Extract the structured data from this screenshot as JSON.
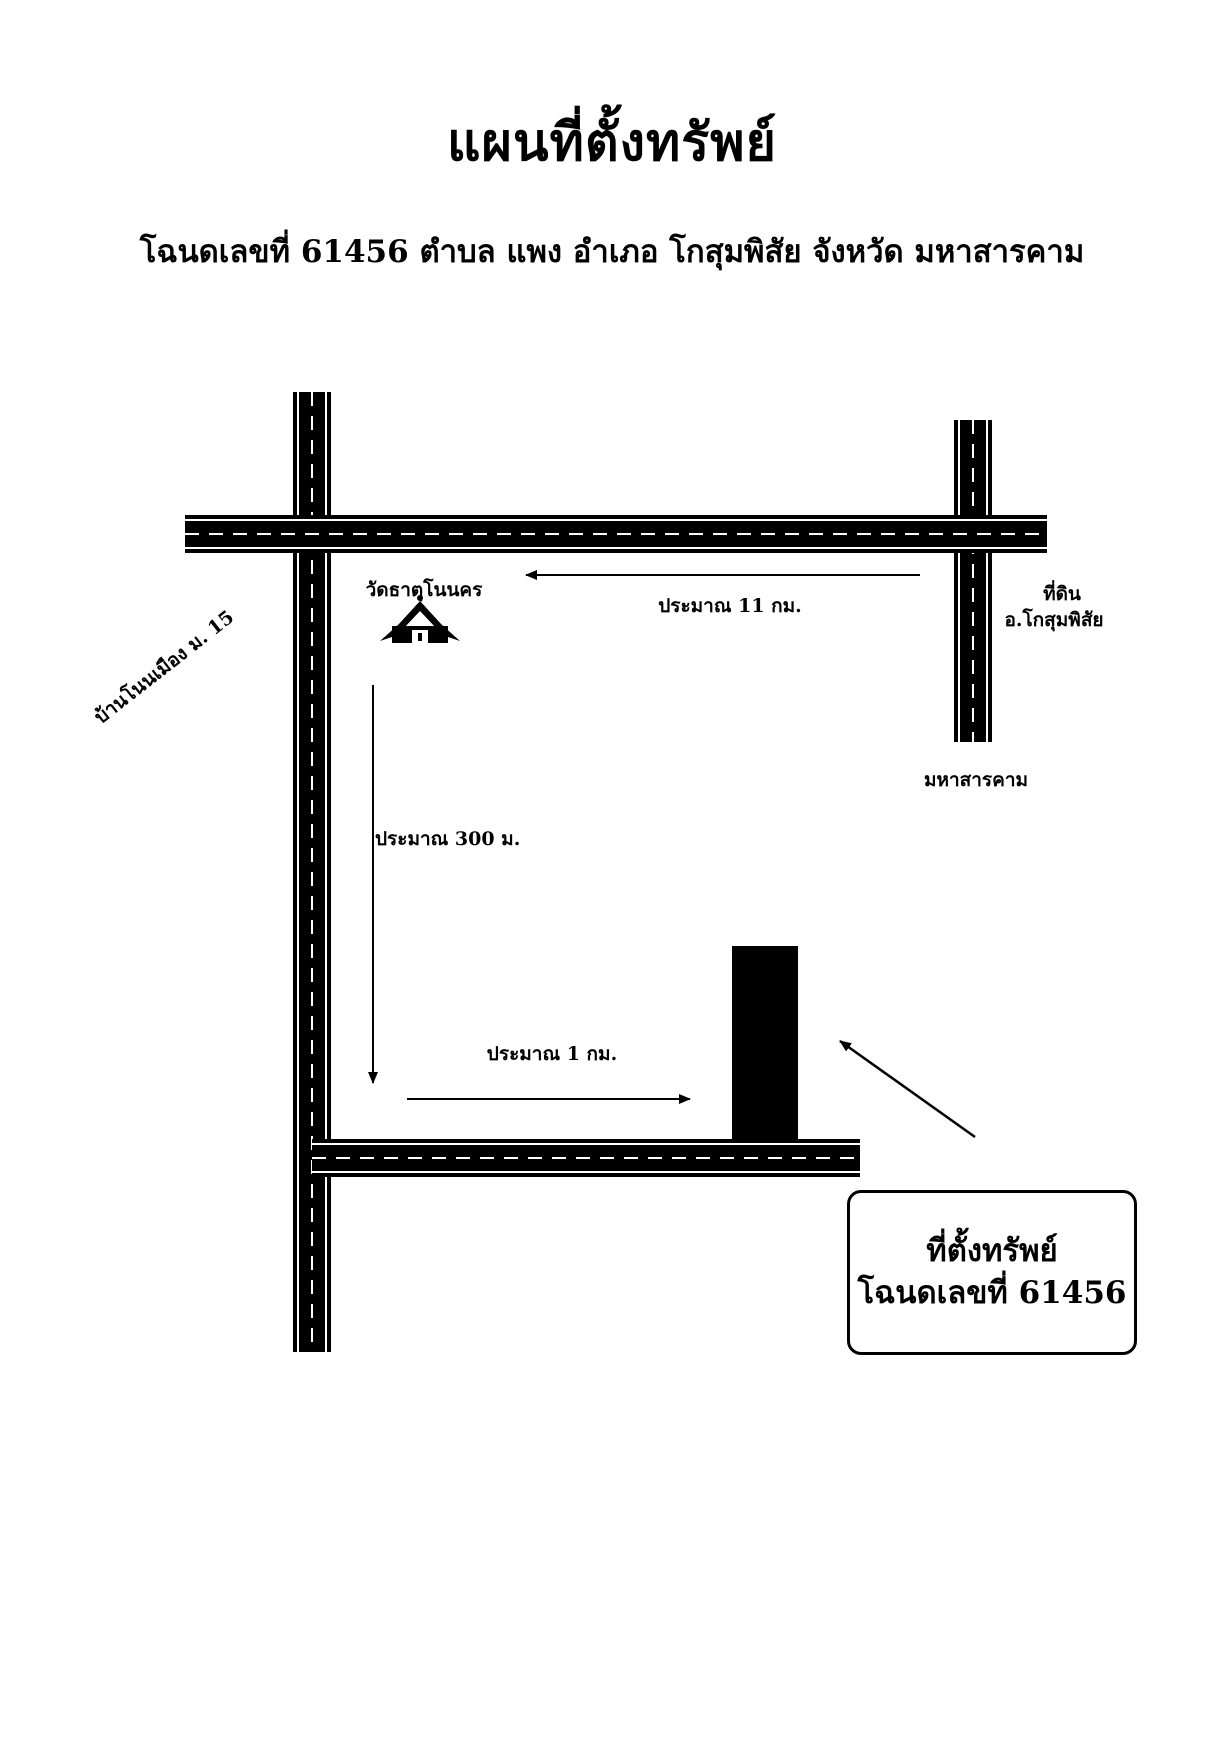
{
  "header": {
    "title": "แผนที่ตั้งทรัพย์",
    "subtitle": "โฉนดเลขที่ 61456 ตำบล แพง อำเภอ โกสุมพิสัย จังหวัด มหาสารคาม"
  },
  "map": {
    "labels": {
      "temple": "วัดธาตุโนนคร",
      "distance_top": "ประมาณ 11 กม.",
      "destination_top": "ที่ดิน",
      "destination_district": "อ.โกสุมพิสัย",
      "mahasarakham": "มหาสารคาม",
      "village": "บ้านโนนเมือง ม. 15",
      "distance_vertical": "ประมาณ 300 ม.",
      "distance_bottom": "ประมาณ 1 กม."
    },
    "icons": [
      "temple-icon",
      "parcel-marker",
      "arrow-icon"
    ],
    "location_box": {
      "line1": "ที่ตั้งทรัพย์",
      "line2": "โฉนดเลขที่ 61456"
    }
  }
}
